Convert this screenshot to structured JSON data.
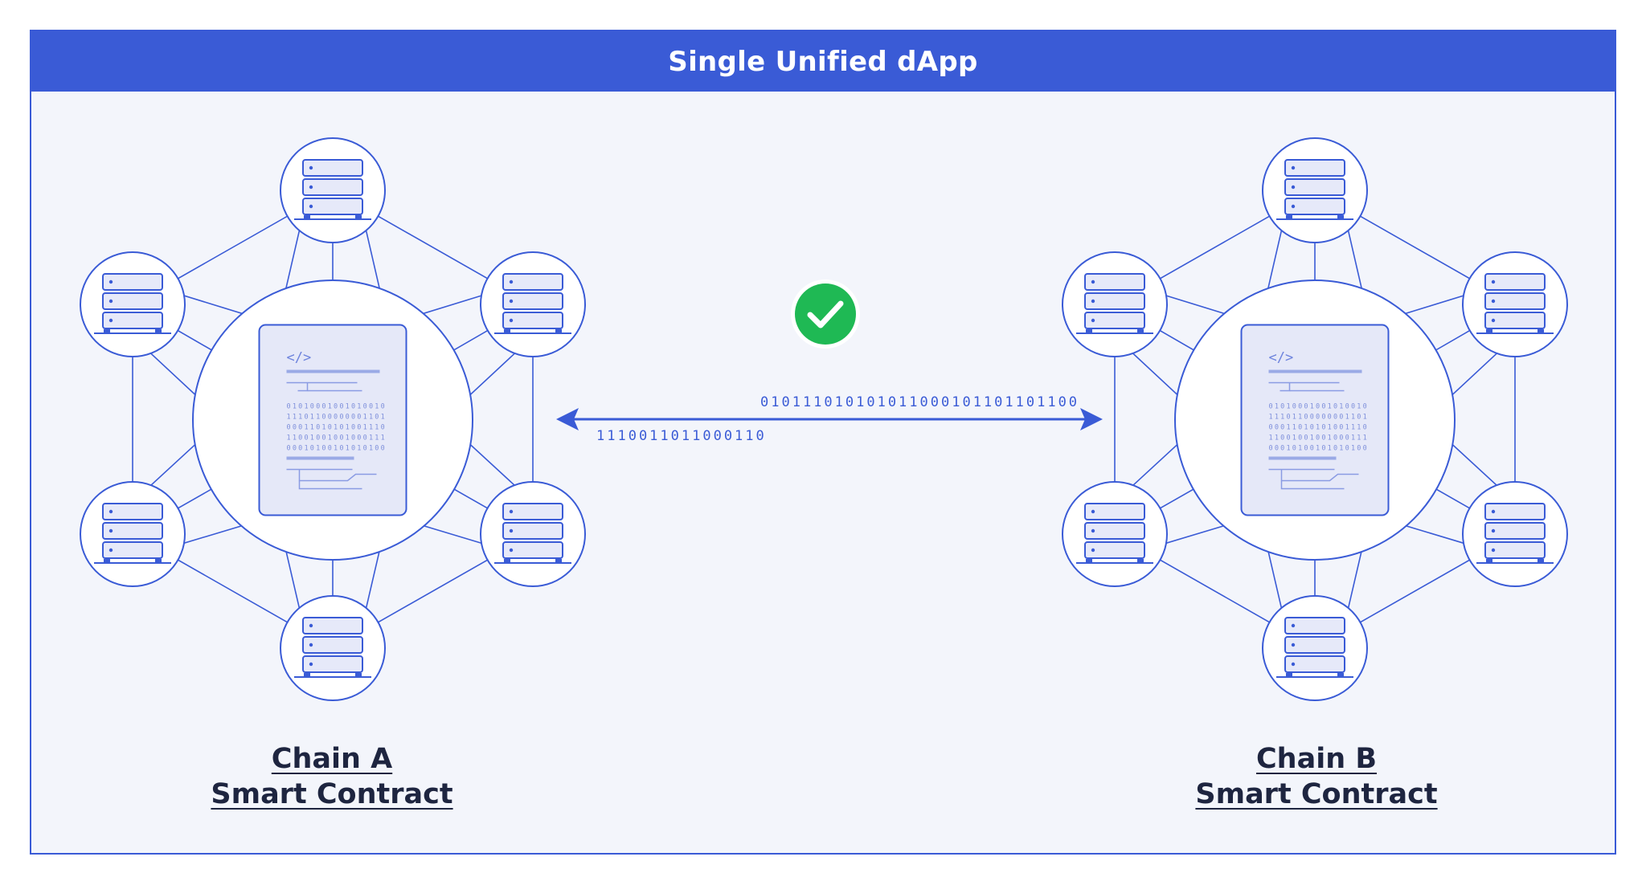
{
  "header": {
    "title": "Single Unified dApp"
  },
  "chains": [
    {
      "name": "Chain A",
      "subtitle": "Smart Contract"
    },
    {
      "name": "Chain B",
      "subtitle": "Smart Contract"
    }
  ],
  "message": {
    "bits_top": "0101110101010110001011011011​00",
    "bits_bottom": "1110011011000110",
    "status": "verified"
  },
  "contract_card": {
    "code_tag": "</>",
    "binary_lines": [
      "01010001001010010",
      "11101100000001101",
      "00011010101001110",
      "11001001001000111",
      "00010100101010100"
    ]
  },
  "colors": {
    "accent": "#3a5bd6",
    "panel": "#f3f5fb",
    "success": "#1fb954",
    "text": "#1e2540"
  },
  "icons": {
    "node": "server-stack-icon",
    "check": "checkmark-icon"
  }
}
